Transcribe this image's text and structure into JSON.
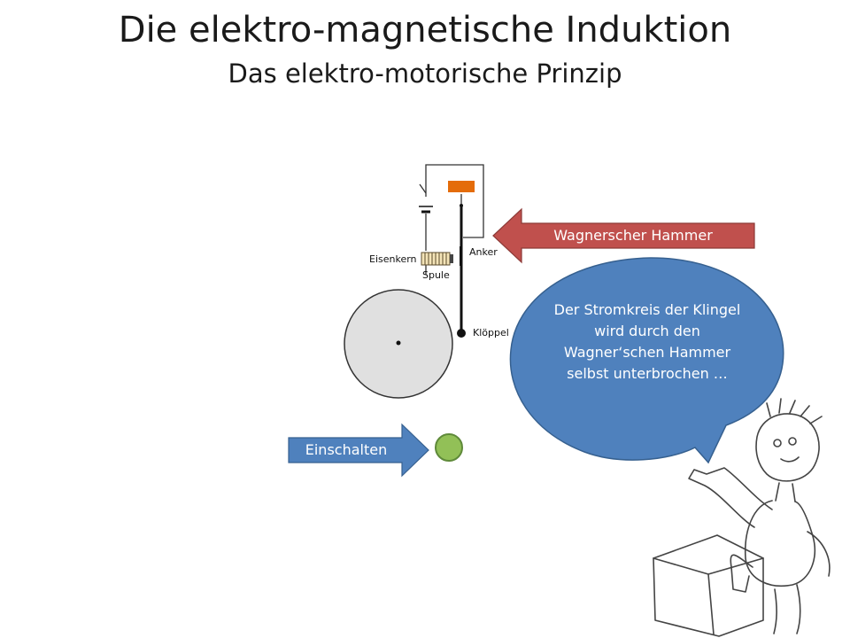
{
  "slide": {
    "title": "Die elektro-magnetische  Induktion",
    "subtitle": "Das elektro-motorische Prinzip"
  },
  "diagram": {
    "labels": {
      "eisenkern": "Eisenkern",
      "spule": "Spule",
      "anker": "Anker",
      "kloeppel": "Klöppel"
    }
  },
  "callouts": {
    "hammer": "Wagnerscher Hammer",
    "switch": "Einschalten",
    "speech": "Der Stromkreis der Klingel wird durch den Wagner‘schen Hammer selbst unterbrochen …"
  },
  "colors": {
    "hammer_arrow": "#c0504d",
    "switch_arrow": "#4f81bd",
    "speech_bubble": "#4f81bd",
    "button": "#92c057",
    "anker_block": "#e46c0a",
    "bell": "#e0e0e0"
  },
  "icons": {
    "figure": "cartoon-figure-drawing"
  }
}
